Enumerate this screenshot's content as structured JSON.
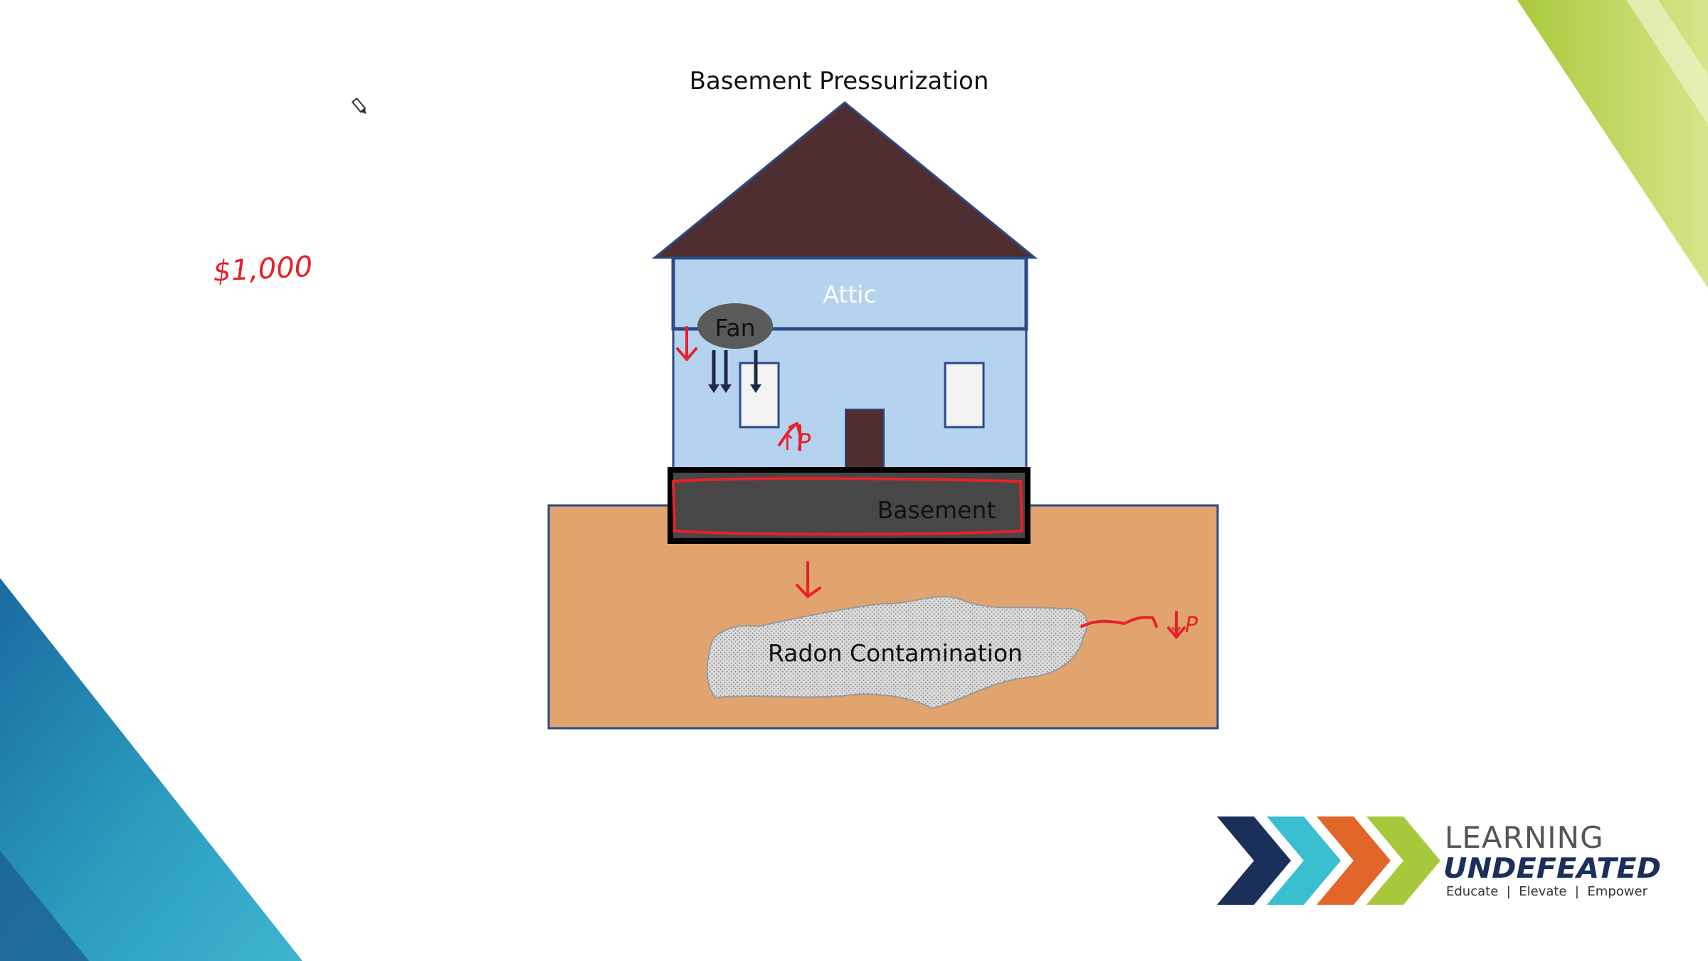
{
  "slide": {
    "title": "Basement Pressurization",
    "colors": {
      "roof": "#4e2e31",
      "house": "#b5d3ee",
      "outline": "#2b4a86",
      "basement": "#474747",
      "soil": "#e1a46f",
      "fan": "#5a5a5a",
      "door": "#4e2e31",
      "ink": "#e8202a",
      "arrow": "#1f2a44"
    }
  },
  "diagram": {
    "attic_label": "Attic",
    "fan_label": "Fan",
    "basement_label": "Basement",
    "radon_label": "Radon Contamination"
  },
  "annotations": {
    "cost": "$1,000",
    "pressure_up": "↑P",
    "pressure_down": "↓P"
  },
  "logo": {
    "line1": "LEARNING",
    "line2": "UNDEFEATED",
    "tagline": "Educate  |  Elevate  |  Empower",
    "chevron_colors": [
      "#1b2f5b",
      "#39bfcf",
      "#e2662a",
      "#a7c83a"
    ]
  },
  "icons": {
    "cursor": "pen-cursor-icon"
  }
}
